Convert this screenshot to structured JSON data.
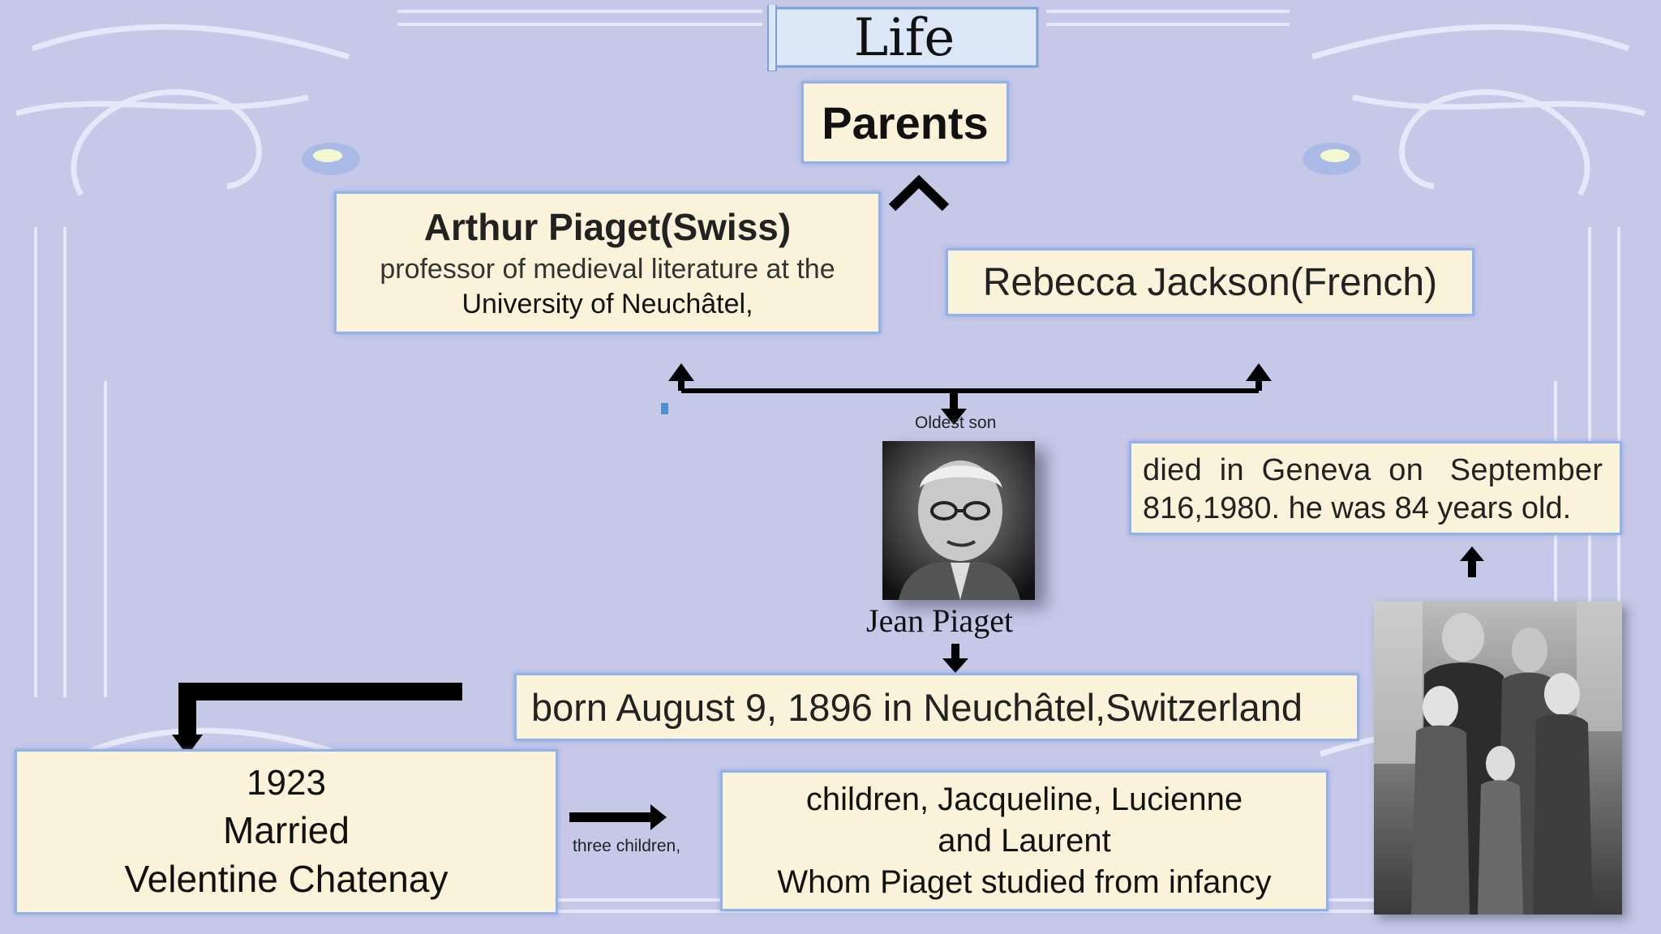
{
  "title": "Life",
  "parents_label": "Parents",
  "father": {
    "name": "Arthur Piaget(Swiss)",
    "desc_line1": "professor of medieval literature at the",
    "desc_line2": "University of Neuchâtel,"
  },
  "mother": {
    "name": "Rebecca Jackson(French)"
  },
  "son_label": "Oldest son",
  "person_name": "Jean Piaget",
  "death": {
    "line1": "died  in  Geneva  on   September",
    "line2": "816,1980. he was 84 years old."
  },
  "birth": "born August 9, 1896 in Neuchâtel,Switzerland",
  "marriage": {
    "year": "1923",
    "line2": "Married",
    "line3": "Velentine Chatenay"
  },
  "three_children": "three children,",
  "children": {
    "line1": "children, Jacqueline, Lucienne",
    "line2": "and Laurent",
    "line3": "Whom Piaget studied from infancy"
  },
  "colors": {
    "background": "#c6c8e8",
    "box_fill": "#fbf3d9",
    "box_border": "#8fb2ea",
    "ornament": "#e8e9f7"
  },
  "icons": [
    "scroll-banner",
    "portrait-photo",
    "family-photo",
    "arrow"
  ]
}
